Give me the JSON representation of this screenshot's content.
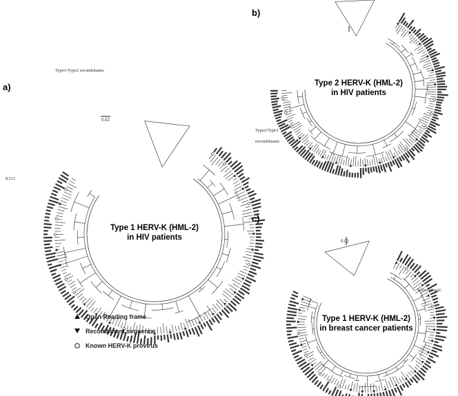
{
  "panels": [
    {
      "letter": "a)",
      "title_line1": "Type 1 HERV-K (HML-2)",
      "title_line2": "in HIV patients",
      "scale": "0.02",
      "labels": [
        "Type1/Type2 recombinants",
        "K111"
      ]
    },
    {
      "letter": "b)",
      "title_line1": "Type 2 HERV-K (HML-2)",
      "title_line2": "in HIV patients",
      "scale": "",
      "labels": [
        "Type2/Type1",
        "recombinants"
      ]
    },
    {
      "letter": "c)",
      "title_line1": "Type 1 HERV-K (HML-2)",
      "title_line2": "in breast cancer patients",
      "scale": "0.02",
      "labels": [
        "K101/rs0666185"
      ]
    }
  ],
  "legend": [
    {
      "icon": "triangle-up",
      "label": "Open Reading frame"
    },
    {
      "icon": "triangle-down",
      "label": "Recombinant sequence"
    },
    {
      "icon": "circle-open",
      "label": "Known HERV-K provirus"
    }
  ]
}
